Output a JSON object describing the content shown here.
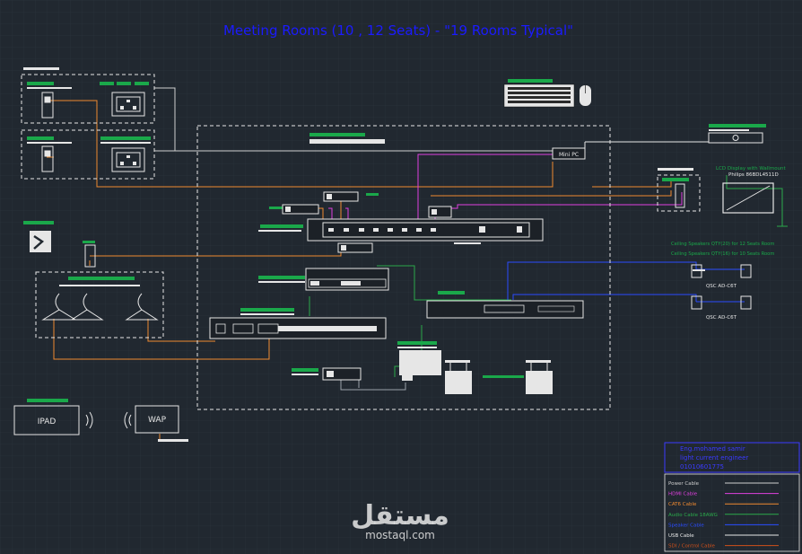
{
  "title": "Meeting Rooms (10 , 12 Seats) - \"19 Rooms Typical\"",
  "devices": {
    "mini_pc": "Mini PC",
    "lcd_display_line1": "LCD Display with Wallmount",
    "lcd_display_line2": "Philips 86BDL4511D",
    "speakers_20": "Ceiling Speakers QTY(20) for 12 Seats Room",
    "speakers_16": "Ceiling Speakers QTY(16) for 10 Seats Room",
    "qsc_1": "QSC AD-C6T",
    "qsc_2": "QSC AD-C6T",
    "ipad": "IPAD",
    "wap": "WAP"
  },
  "author": {
    "line1": "Eng.mohamed samir",
    "line2": "light current engineer",
    "line3": "01010601775"
  },
  "legend": [
    {
      "label": "Power Cable",
      "color": "#cfcfcf"
    },
    {
      "label": "HDMI Cable",
      "color": "#e040e0"
    },
    {
      "label": "CAT6 Cable",
      "color": "#f08a30"
    },
    {
      "label": "Audio Cable 18AWG",
      "color": "#2aa84a"
    },
    {
      "label": "Speaker Cable",
      "color": "#2a4cff"
    },
    {
      "label": "USB Cable",
      "color": "#e8e8e8"
    },
    {
      "label": "SDI / Control Cable",
      "color": "#d0501a"
    }
  ],
  "watermark": {
    "brand": "مستقل",
    "site": "mostaql.com"
  },
  "colors": {
    "background": "#212830",
    "title": "#1b1bff",
    "label_green": "#1aa84a",
    "device_white": "#e6e6e6",
    "hdmi": "#e040e0",
    "cat6": "#f08a30",
    "audio": "#2aa84a",
    "speaker": "#2a4cff",
    "author_box": "#3a3aff"
  }
}
